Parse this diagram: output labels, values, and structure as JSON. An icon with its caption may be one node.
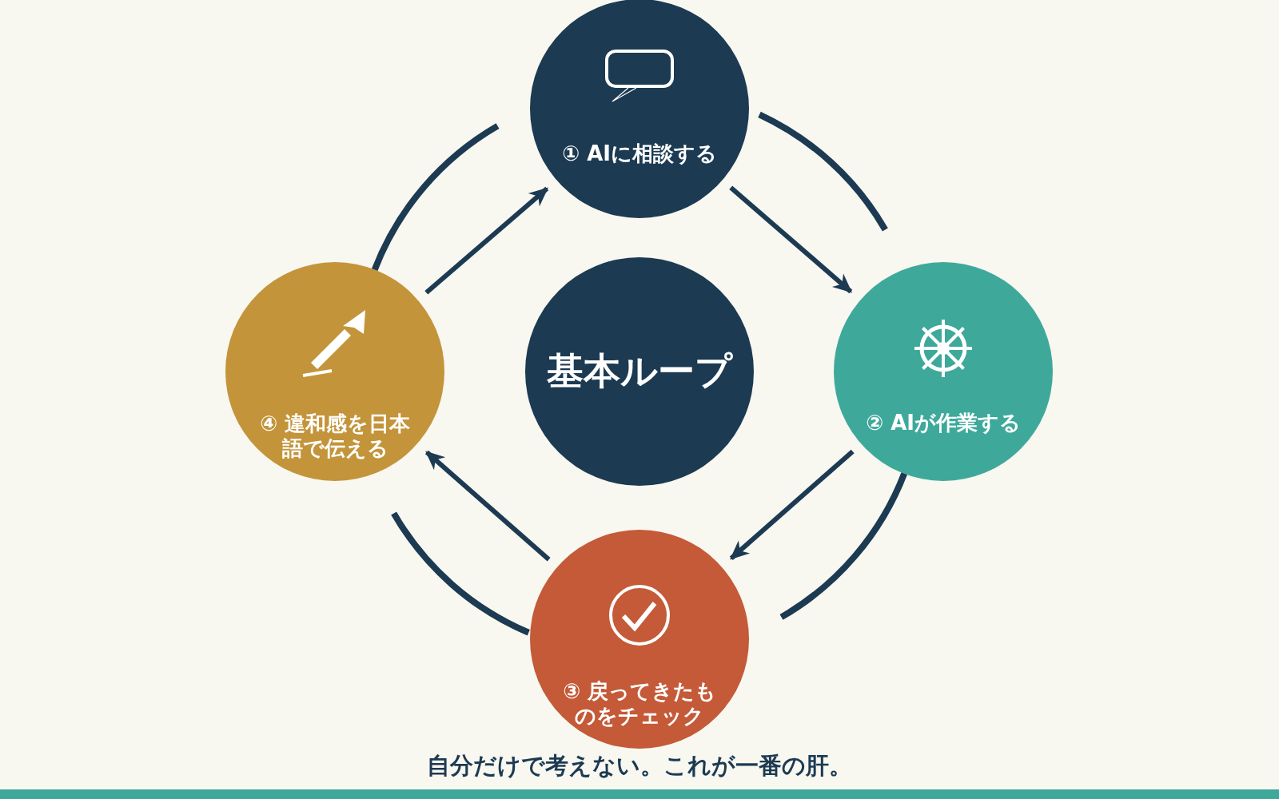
{
  "diagram": {
    "caption": "自分だけで考えない。これが一番の肝。",
    "nodes": [
      {
        "text": [
          "① AIに相談する"
        ]
      },
      {
        "text": [
          "④ 違和感を日本語で伝える"
        ]
      },
      {
        "text": [
          "基本ループ"
        ]
      },
      {
        "text": [
          "② AIが作業する"
        ]
      },
      {
        "text": [
          "③ 戻ってきたものをチェック"
        ]
      }
    ],
    "edges": [
      {
        "from": 0,
        "to": 3,
        "arrow": "to"
      },
      {
        "from": 3,
        "to": 4,
        "arrow": "to"
      },
      {
        "from": 4,
        "to": 1,
        "arrow": "to"
      },
      {
        "from": 1,
        "to": 0,
        "arrow": "to"
      }
    ]
  }
}
